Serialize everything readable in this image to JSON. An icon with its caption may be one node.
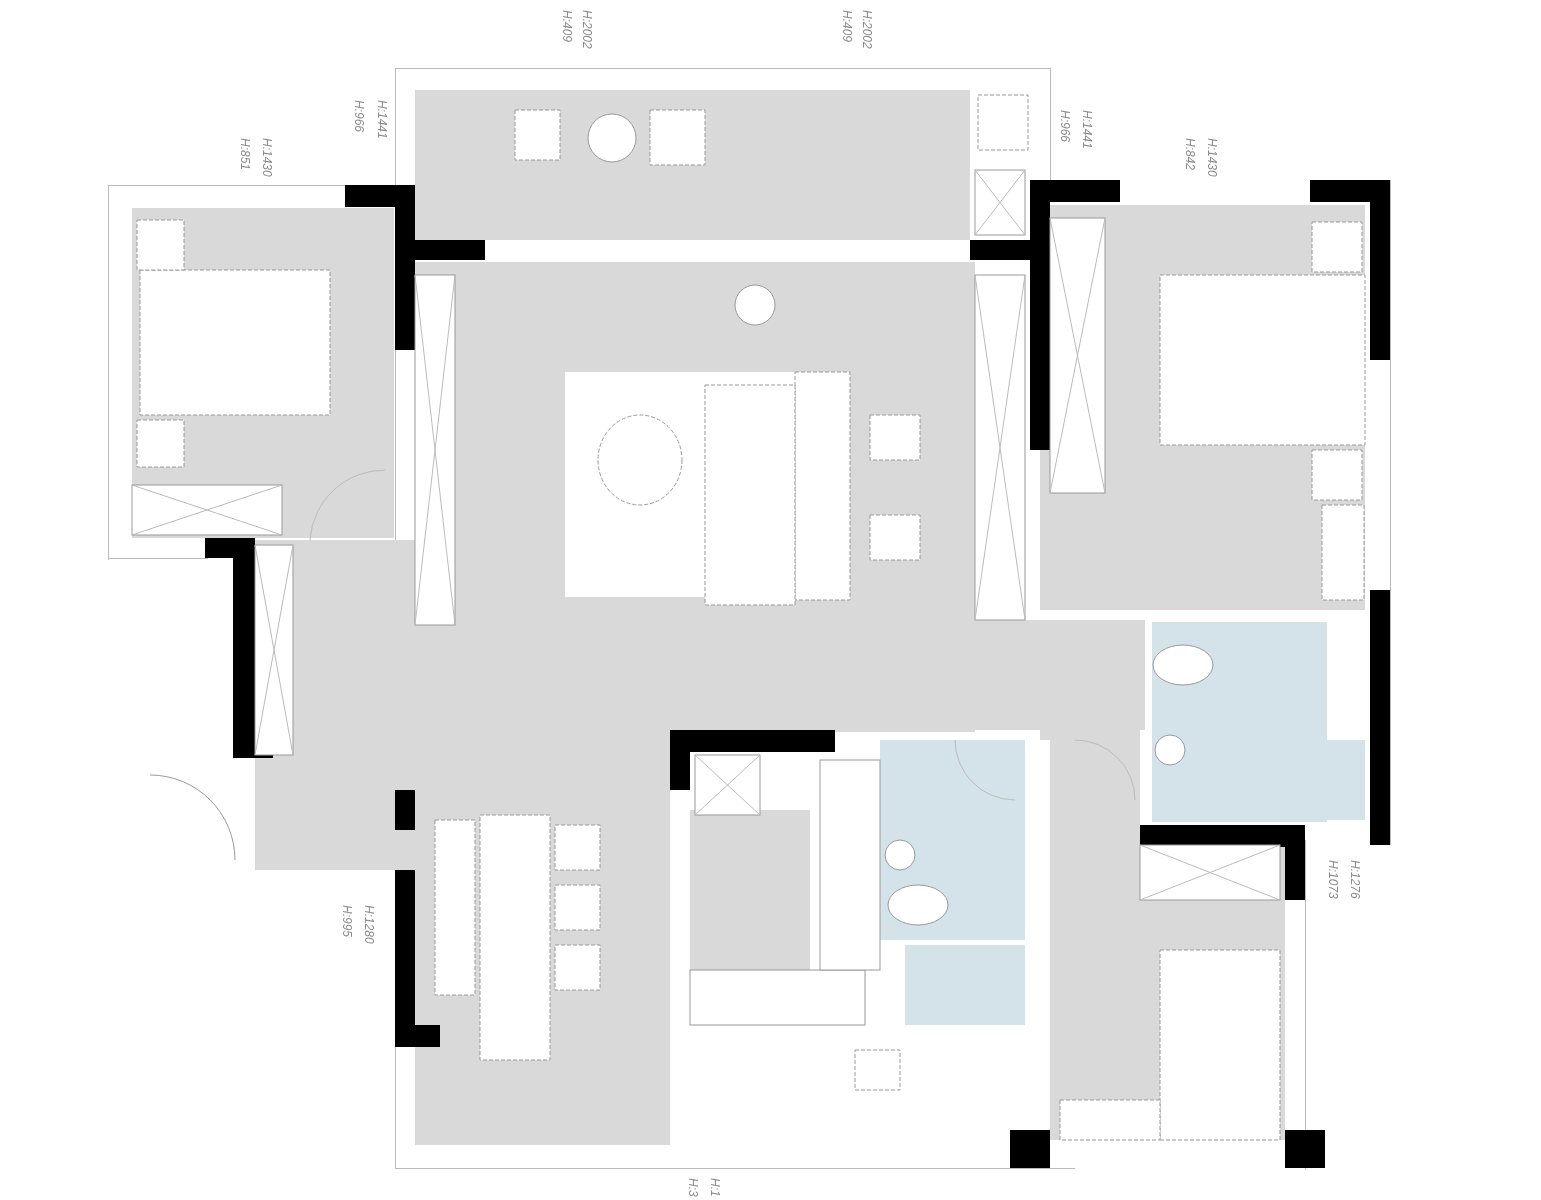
{
  "diagram": {
    "labels": [
      "H:2002",
      "H:409",
      "H:2002",
      "H:409",
      "H:1441",
      "H:966",
      "H:1430",
      "H:851",
      "H:1441",
      "H:966",
      "H:1430",
      "H:842",
      "H:1276",
      "H:1073",
      "H:1280",
      "H:995",
      "H:1",
      "H:3"
    ]
  }
}
